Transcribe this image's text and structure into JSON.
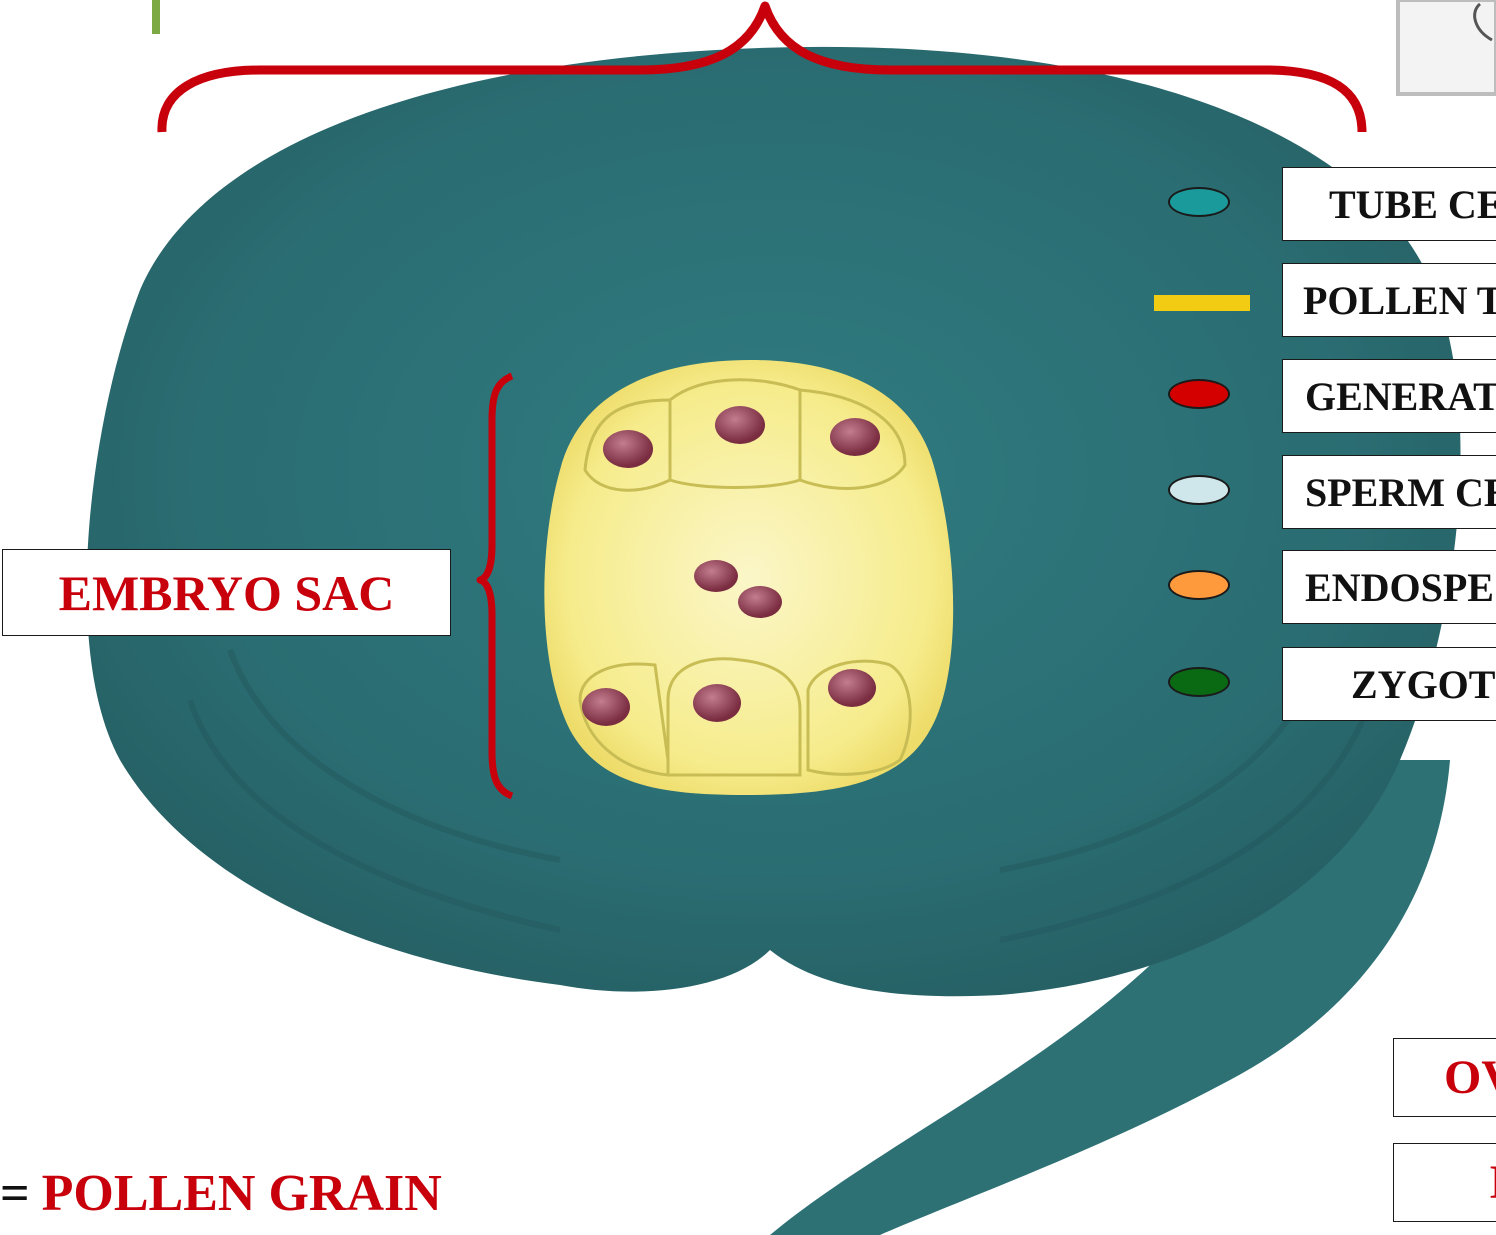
{
  "labels": {
    "embryo_sac": "EMBRYO SAC",
    "pollen_grain_prefix": "=",
    "pollen_grain": "POLLEN GRAIN",
    "ovule_partial": "OV",
    "bottom_right_partial": "I"
  },
  "legend": [
    {
      "text": "TUBE CE",
      "marker": "ellipse",
      "color": "#1a9a9a"
    },
    {
      "text": "POLLEN T",
      "marker": "bar",
      "color": "#f2cc12"
    },
    {
      "text": "GENERAT",
      "marker": "ellipse",
      "color": "#d40000"
    },
    {
      "text": "SPERM CE",
      "marker": "ellipse",
      "color": "#cfe6ea"
    },
    {
      "text": "ENDOSPE",
      "marker": "ellipse",
      "color": "#ff9a3c"
    },
    {
      "text": "ZYGOT",
      "marker": "ellipse",
      "color": "#0a6a14"
    }
  ],
  "colors": {
    "ovule_body": "#2d7478",
    "embryo_sac": "#f7ef9a",
    "nucleus": "#8b3a4e",
    "bracket": "#c8000b",
    "label_text_red": "#c8000b"
  }
}
